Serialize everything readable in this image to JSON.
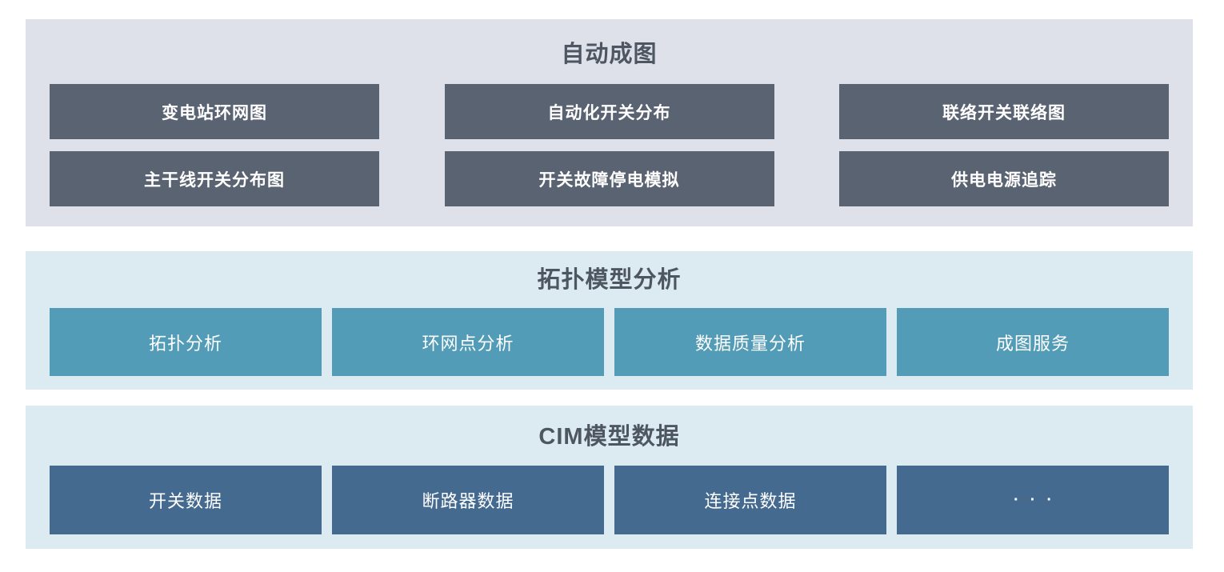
{
  "sections": [
    {
      "title": "自动成图",
      "items": [
        "变电站环网图",
        "自动化开关分布",
        "联络开关联络图",
        "主干线开关分布图",
        "开关故障停电模拟",
        "供电电源追踪"
      ]
    },
    {
      "title": "拓扑模型分析",
      "items": [
        "拓扑分析",
        "环网点分析",
        "数据质量分析",
        "成图服务"
      ]
    },
    {
      "title": "CIM模型数据",
      "items": [
        "开关数据",
        "断路器数据",
        "连接点数据",
        "···"
      ]
    }
  ],
  "colors": {
    "page_bg": "#ffffff",
    "top_panel_bg": "#dee1ea",
    "lower_panel_bg": "#dcebf2",
    "top_box_bg": "#5a6372",
    "middle_box_bg": "#529cb7",
    "bottom_box_bg": "#456a90",
    "title_text": "#4e5662",
    "box_text": "#ffffff"
  }
}
